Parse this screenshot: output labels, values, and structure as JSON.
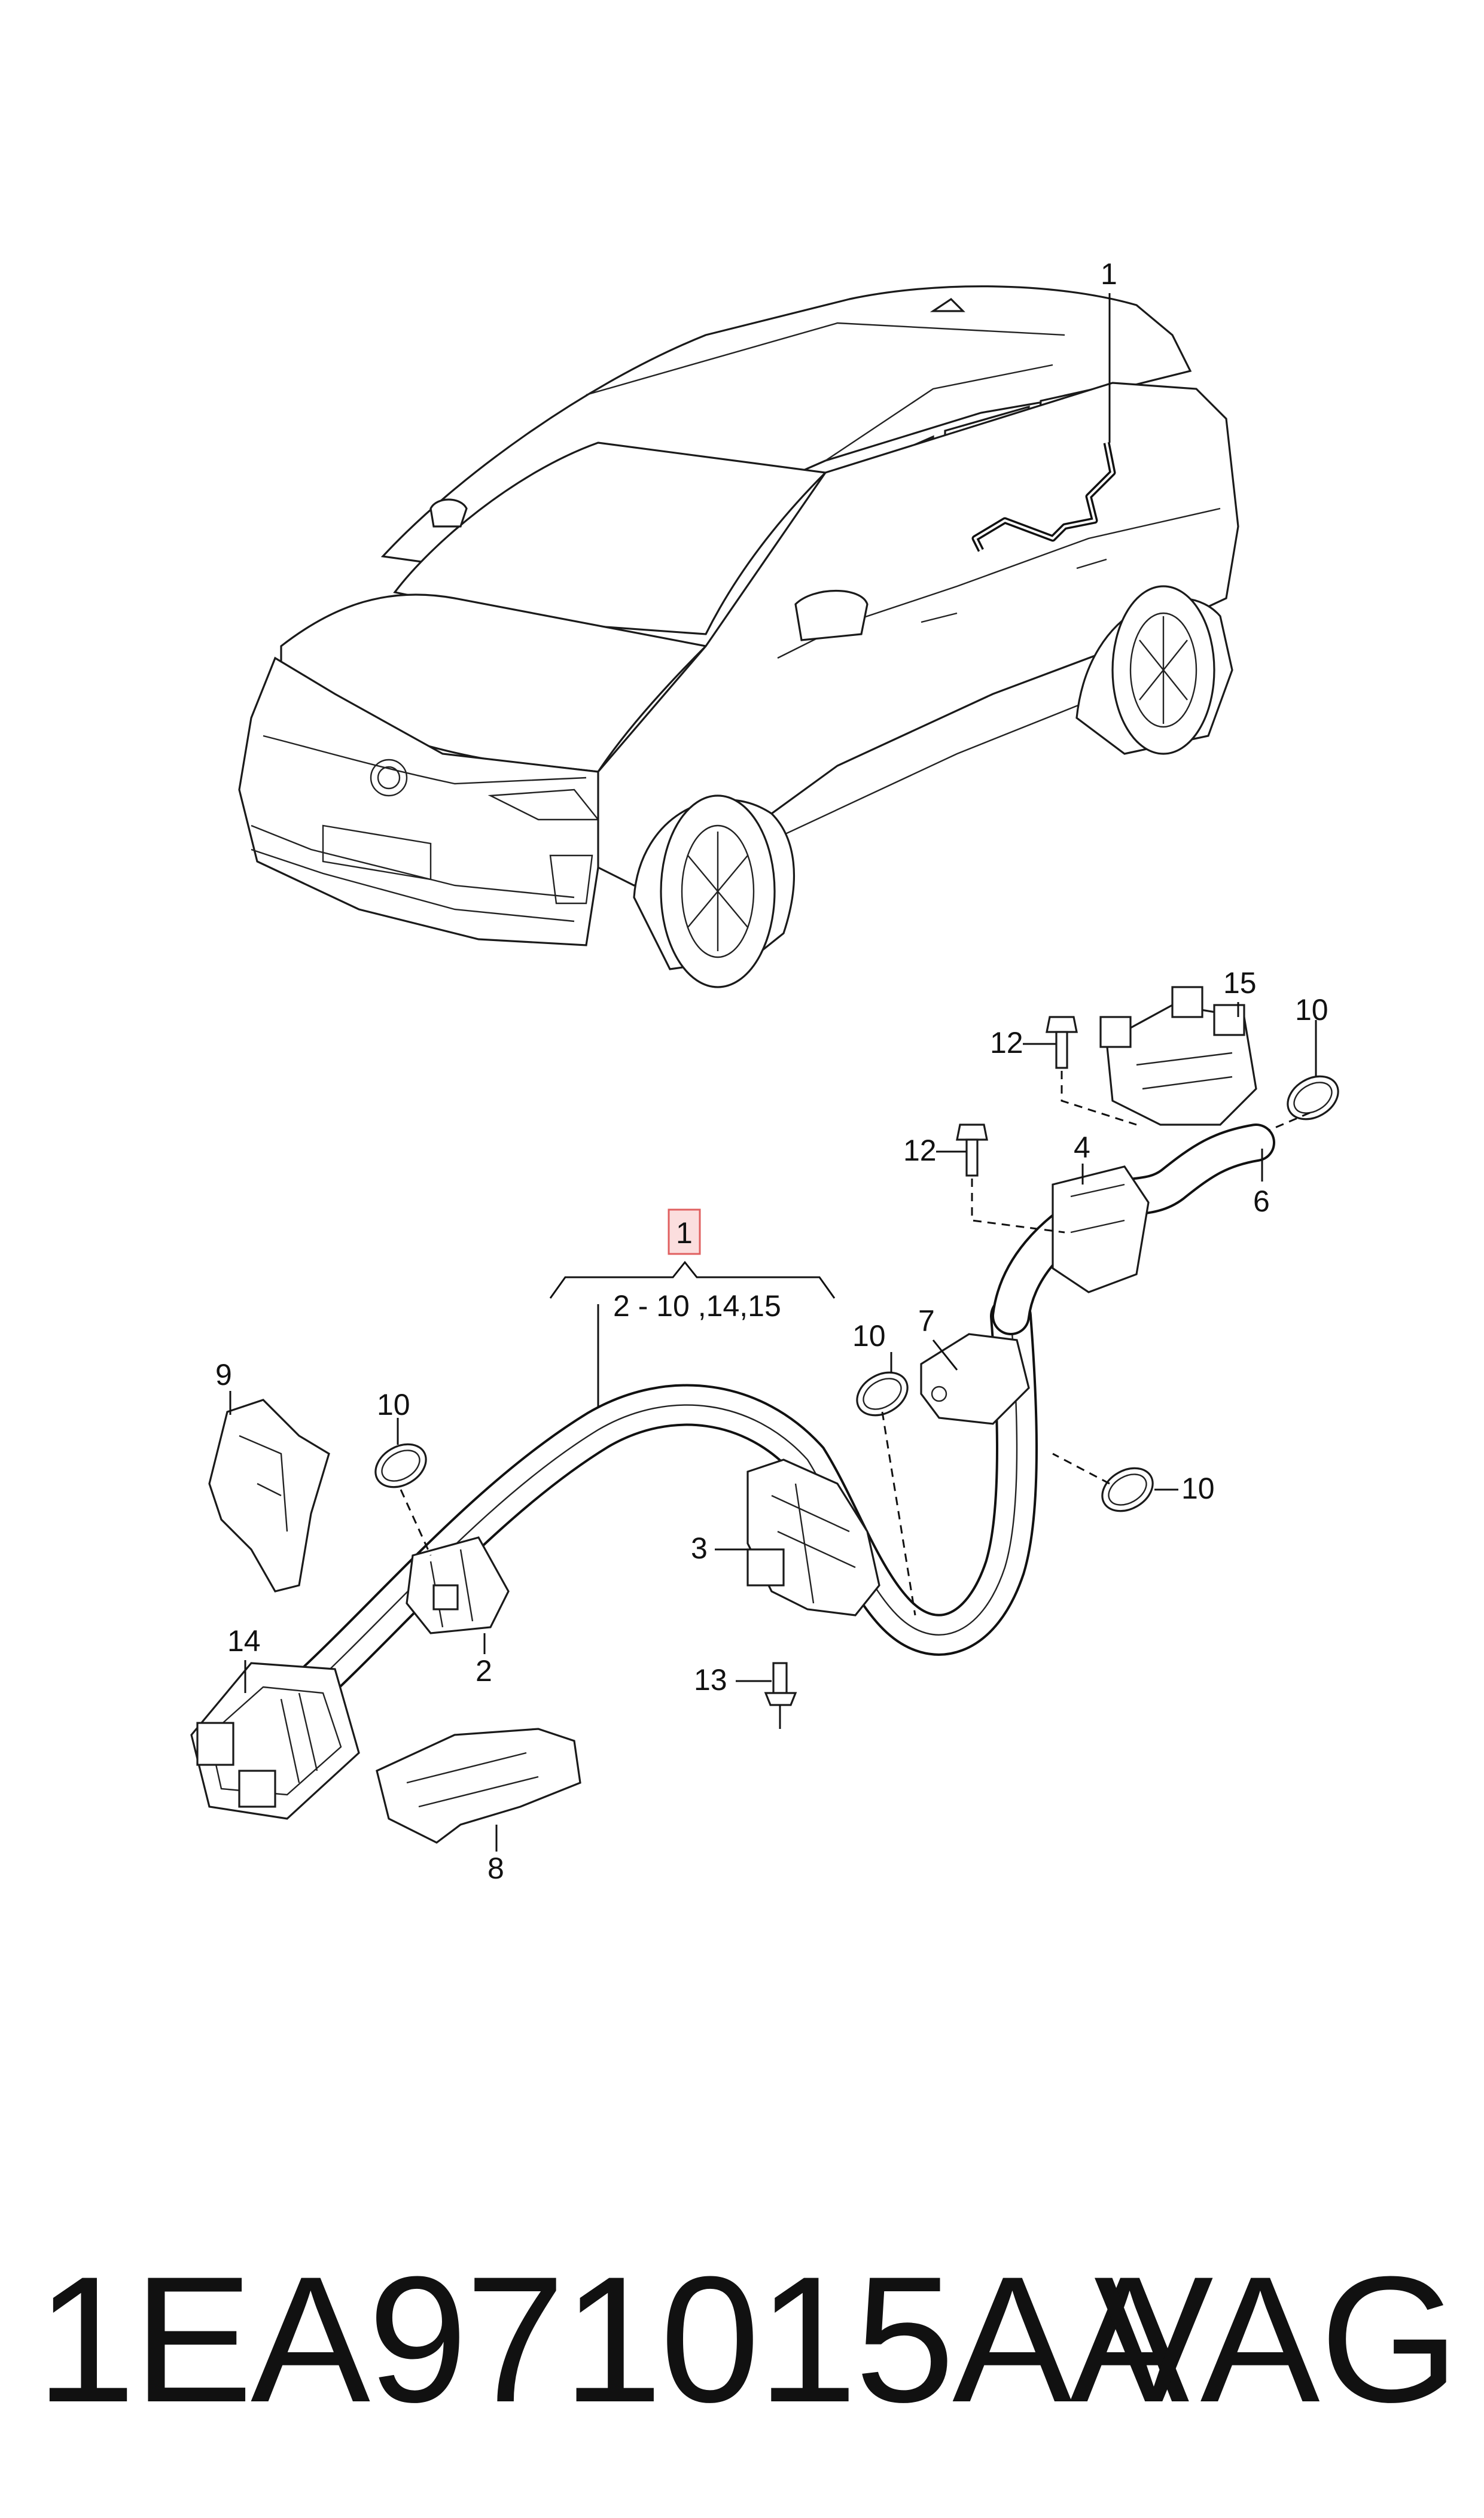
{
  "callouts": {
    "c1_car": "1",
    "c1_box": "1",
    "bracket_range": "2 - 10 ,14,15",
    "c2": "2",
    "c3": "3",
    "c4": "4",
    "c6": "6",
    "c7": "7",
    "c8": "8",
    "c9": "9",
    "c10_a": "10",
    "c10_b": "10",
    "c10_c": "10",
    "c10_d": "10",
    "c12_a": "12",
    "c12_b": "12",
    "c13": "13",
    "c14": "14",
    "c15": "15"
  },
  "footer": {
    "part_number": "1EA971015AA",
    "brand": "VAG"
  },
  "colors": {
    "line": "#111111",
    "highlight_box_fill": "#fbdede",
    "highlight_box_stroke": "#e06060"
  }
}
